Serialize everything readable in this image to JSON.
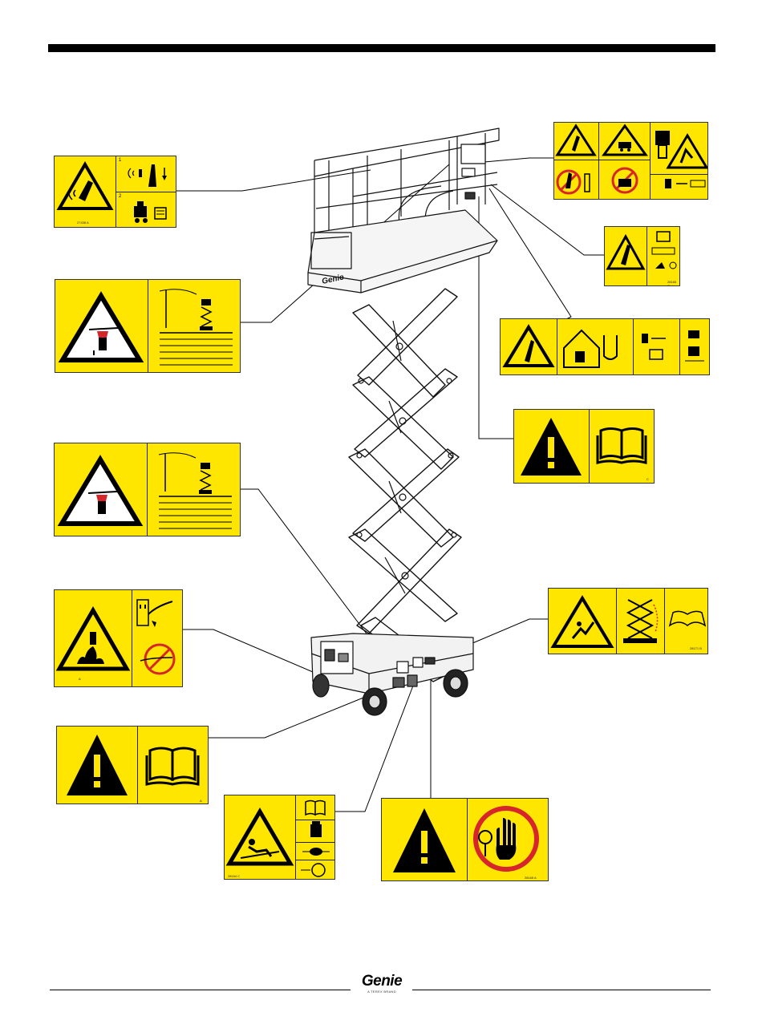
{
  "decal_codes": {
    "tl_alarm": "27438 A",
    "right_tip": "28165 C",
    "right_crush": "28171 B",
    "bottom_entangle": "28164 C",
    "bottom_stop": "28165 A",
    "manual_left": "A",
    "electro": "A",
    "manual_right": "C"
  },
  "step_numbers": [
    "1",
    "2"
  ],
  "colors": {
    "decal_yellow": "#ffe600",
    "prohibit_red": "#d6262b",
    "black": "#000000"
  },
  "footer": {
    "brand": "Genie",
    "tagline": "A TEREX BRAND"
  }
}
